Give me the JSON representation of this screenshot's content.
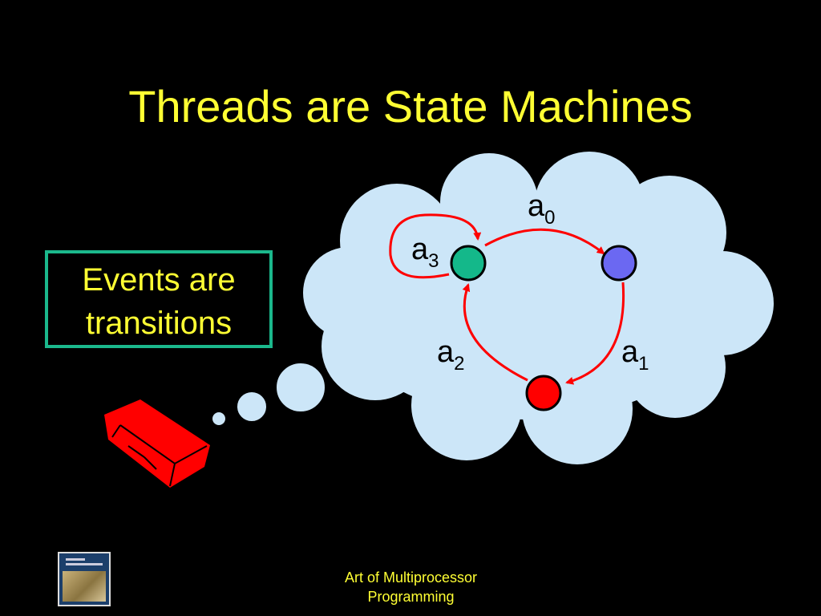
{
  "slide": {
    "title": "Threads are State Machines",
    "callout_line1": "Events are",
    "callout_line2": "transitions",
    "footer_line1": "Art of Multiprocessor",
    "footer_line2": "Programming"
  },
  "diagram": {
    "states": [
      {
        "name": "green-state",
        "color": "#14b88a"
      },
      {
        "name": "blue-state",
        "color": "#6b68f2"
      },
      {
        "name": "red-state",
        "color": "#ff0000"
      }
    ],
    "transitions": [
      {
        "base": "a",
        "sub": "0"
      },
      {
        "base": "a",
        "sub": "1"
      },
      {
        "base": "a",
        "sub": "2"
      },
      {
        "base": "a",
        "sub": "3"
      }
    ],
    "colors": {
      "cloud": "#cce6f8",
      "arrow": "#ff0000",
      "text": "#ffff33"
    }
  },
  "icons": {
    "thinker": "red-block-icon",
    "book": "book-cover-icon"
  }
}
